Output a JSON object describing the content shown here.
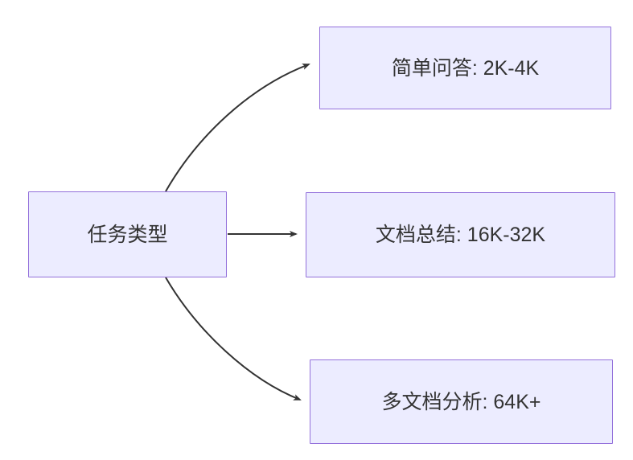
{
  "diagram": {
    "type": "flowchart-left-right",
    "root": {
      "id": "task-type",
      "label": "任务类型"
    },
    "nodes": [
      {
        "id": "simple-qa",
        "label": "简单问答: 2K-4K"
      },
      {
        "id": "doc-summary",
        "label": "文档总结: 16K-32K"
      },
      {
        "id": "multi-doc",
        "label": "多文档分析: 64K+"
      }
    ],
    "edges": [
      {
        "from": "task-type",
        "to": "simple-qa"
      },
      {
        "from": "task-type",
        "to": "doc-summary"
      },
      {
        "from": "task-type",
        "to": "multi-doc"
      }
    ],
    "colors": {
      "node_fill": "#ECECFF",
      "node_border": "#9370DB",
      "edge": "#333333",
      "text": "#333333",
      "background": "#FFFFFF"
    }
  }
}
